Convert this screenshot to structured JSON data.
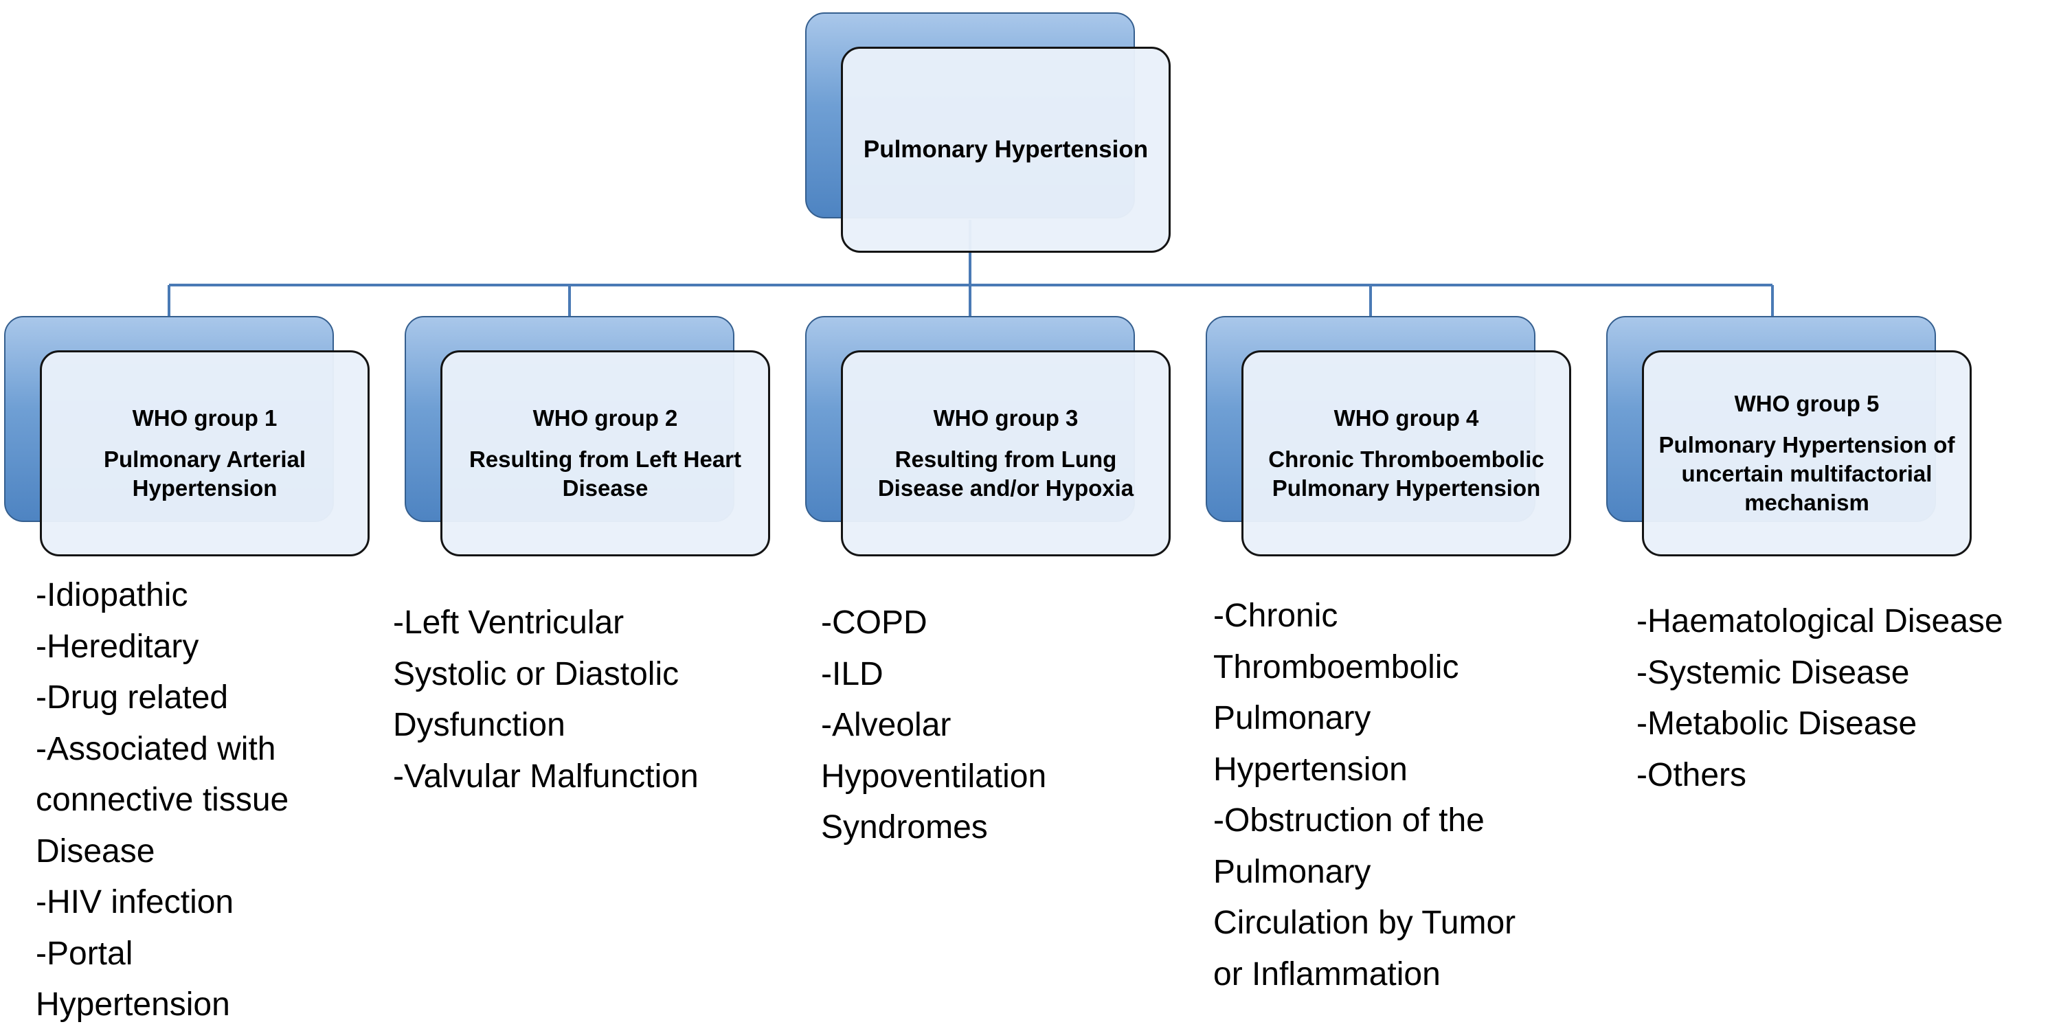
{
  "root": {
    "title": "Pulmonary Hypertension"
  },
  "groups": [
    {
      "label": "WHO group 1",
      "title": "Pulmonary Arterial Hypertension",
      "items": [
        "-Idiopathic",
        "-Hereditary",
        "-Drug related",
        "-Associated with",
        "connective tissue",
        "Disease",
        "-HIV infection",
        "-Portal",
        "Hypertension"
      ]
    },
    {
      "label": "WHO group 2",
      "title": "Resulting from Left Heart Disease",
      "items": [
        "-Left Ventricular",
        "Systolic or Diastolic",
        "Dysfunction",
        "-Valvular Malfunction"
      ]
    },
    {
      "label": "WHO group 3",
      "title": "Resulting from Lung Disease and/or Hypoxia",
      "items": [
        "-COPD",
        "-ILD",
        "-Alveolar",
        "Hypoventilation",
        "Syndromes"
      ]
    },
    {
      "label": "WHO group 4",
      "title": "Chronic Thromboembolic Pulmonary Hypertension",
      "items": [
        "-Chronic",
        "Thromboembolic",
        "Pulmonary",
        "Hypertension",
        "-Obstruction of the",
        "Pulmonary",
        "Circulation by Tumor",
        "or Inflammation"
      ]
    },
    {
      "label": "WHO group 5",
      "title": "Pulmonary Hypertension of uncertain multifactorial mechanism",
      "items": [
        "-Haematological Disease",
        "-Systemic Disease",
        "-Metabolic Disease",
        "-Others"
      ]
    }
  ],
  "colors": {
    "connector": "#4a7ab5",
    "node_back": "#5b8fcb",
    "node_front": "#e9f0fa",
    "node_border": "#141414"
  }
}
